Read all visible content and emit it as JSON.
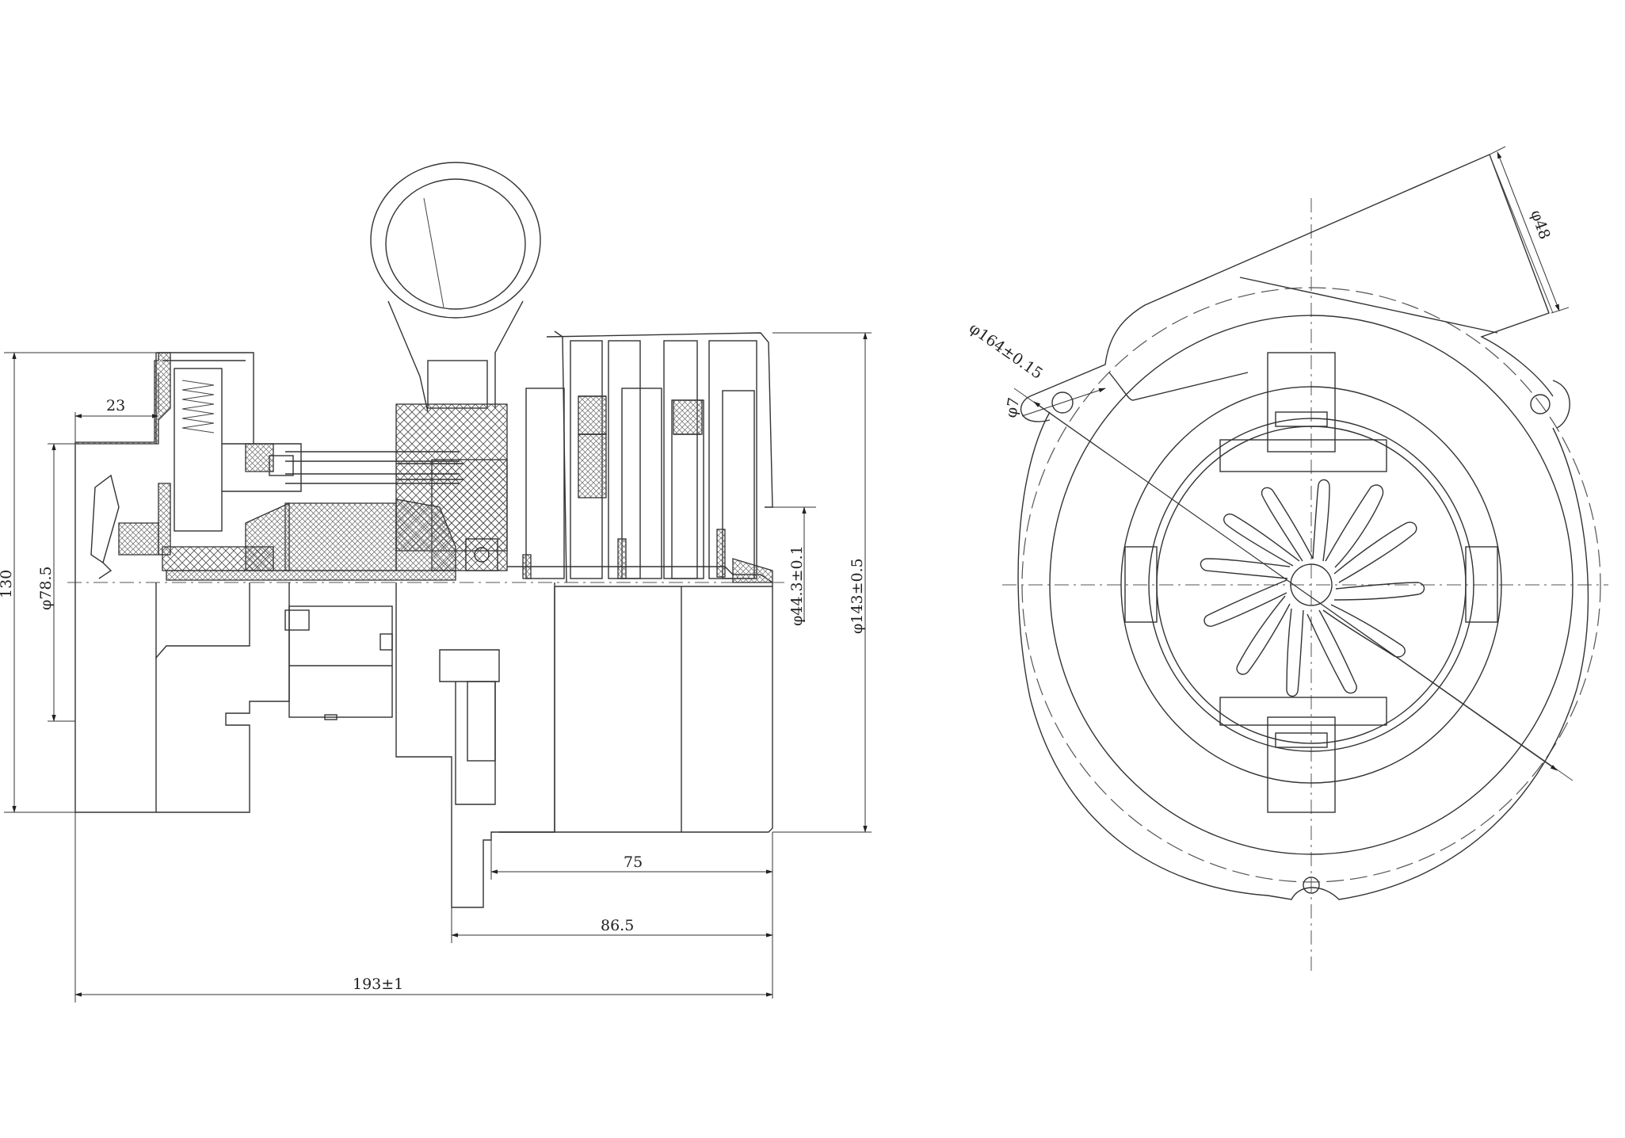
{
  "dimensions": {
    "d23": "23",
    "d130": "130",
    "d78_5": "φ78.5",
    "d44_3": "φ44.3±0.1",
    "d143": "φ143±0.5",
    "d75": "75",
    "d86_5": "86.5",
    "d193": "193±1",
    "d164": "φ164±0.15",
    "d7": "φ7",
    "d48": "φ48"
  }
}
